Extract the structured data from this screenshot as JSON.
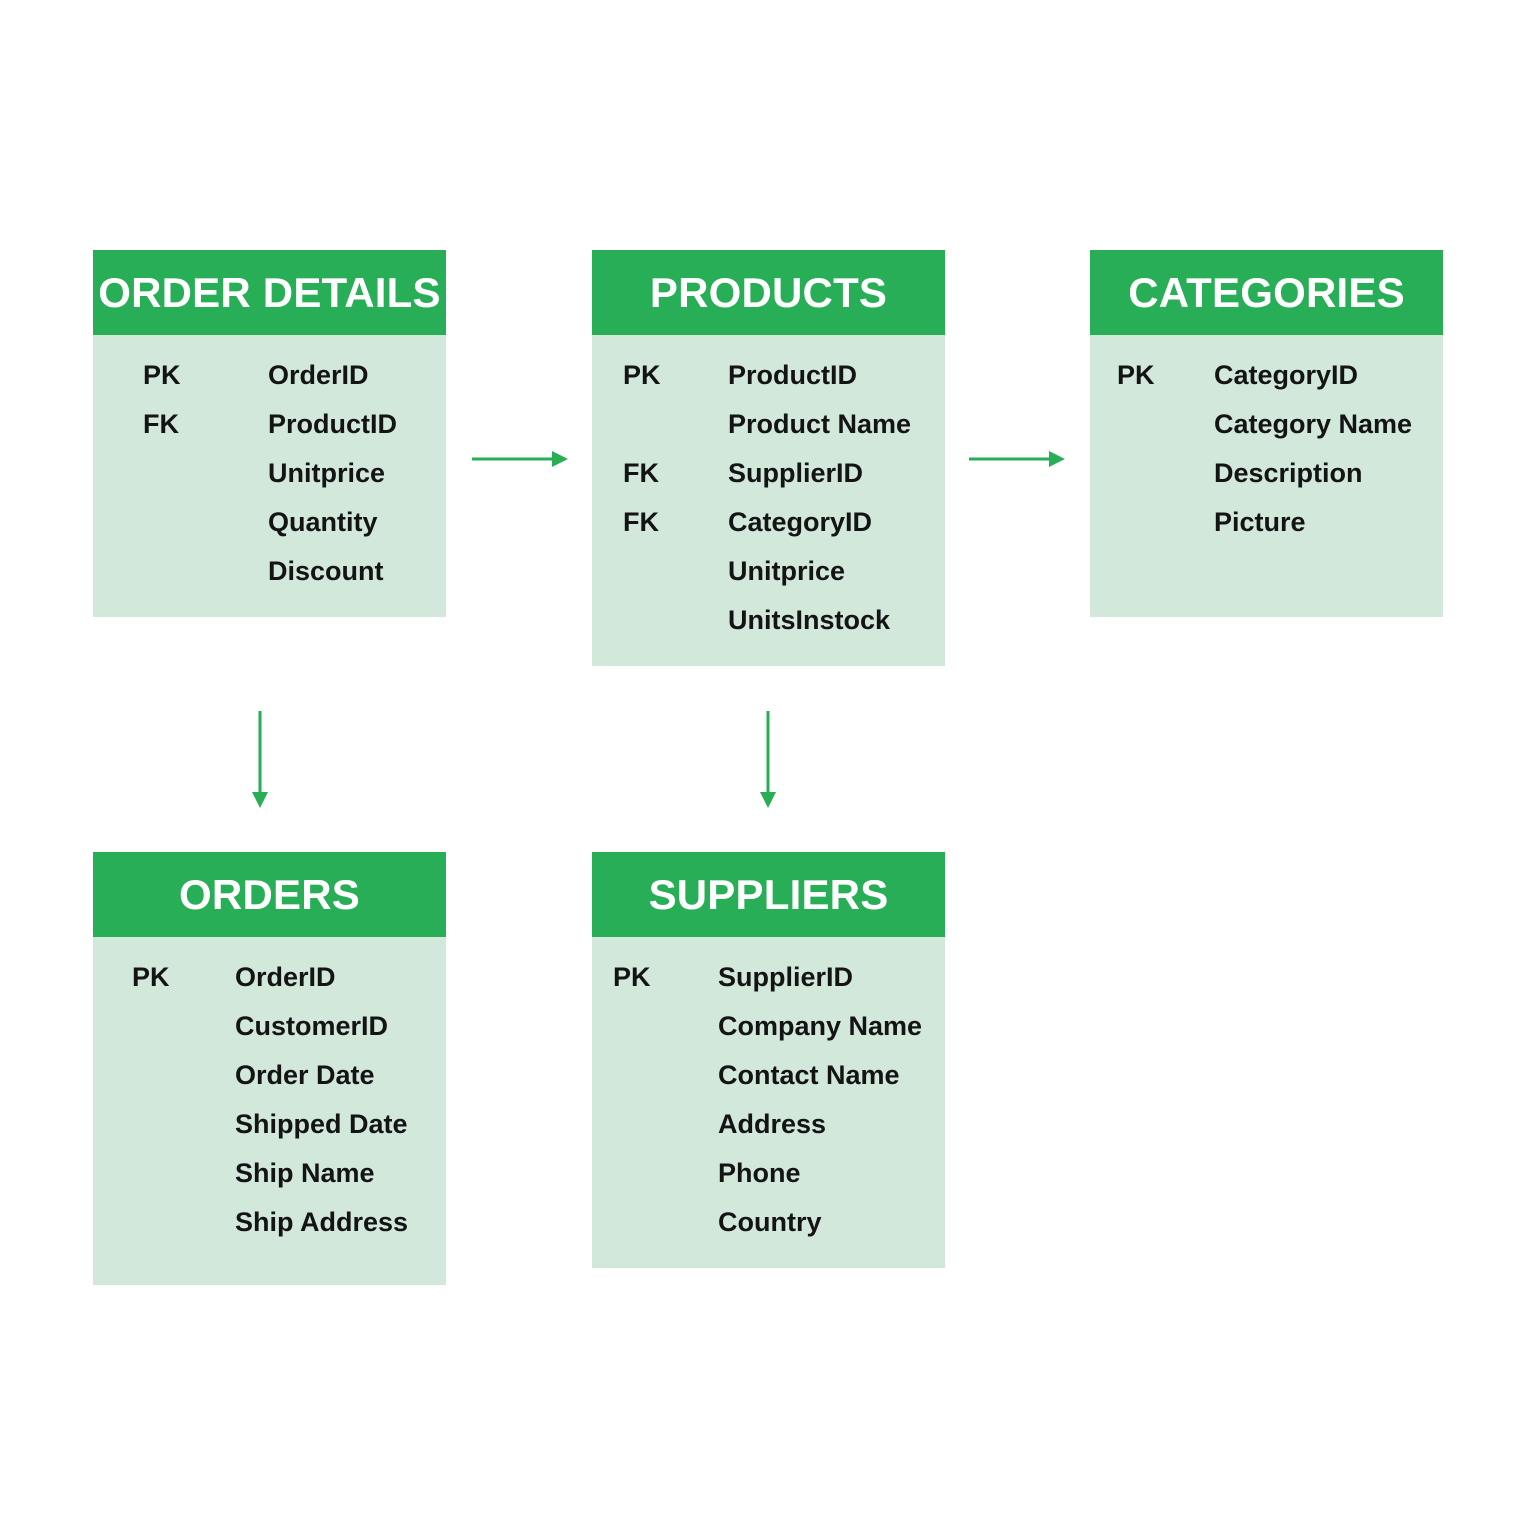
{
  "colors": {
    "header_bg": "#27ae56",
    "body_bg": "#d1e8db",
    "header_text": "#ffffff",
    "field_text": "#141414",
    "arrow": "#27ae56"
  },
  "tables": {
    "order_details": {
      "title": "ORDER DETAILS",
      "fields": [
        {
          "key": "PK",
          "name": "OrderID"
        },
        {
          "key": "FK",
          "name": "ProductID"
        },
        {
          "key": "",
          "name": "Unitprice"
        },
        {
          "key": "",
          "name": "Quantity"
        },
        {
          "key": "",
          "name": "Discount"
        }
      ]
    },
    "products": {
      "title": "PRODUCTS",
      "fields": [
        {
          "key": "PK",
          "name": "ProductID"
        },
        {
          "key": "",
          "name": "Product Name"
        },
        {
          "key": "FK",
          "name": "SupplierID"
        },
        {
          "key": "FK",
          "name": "CategoryID"
        },
        {
          "key": "",
          "name": "Unitprice"
        },
        {
          "key": "",
          "name": "UnitsInstock"
        }
      ]
    },
    "categories": {
      "title": "CATEGORIES",
      "fields": [
        {
          "key": "PK",
          "name": "CategoryID"
        },
        {
          "key": "",
          "name": "Category Name"
        },
        {
          "key": "",
          "name": "Description"
        },
        {
          "key": "",
          "name": "Picture"
        }
      ]
    },
    "orders": {
      "title": "ORDERS",
      "fields": [
        {
          "key": "PK",
          "name": "OrderID"
        },
        {
          "key": "",
          "name": "CustomerID"
        },
        {
          "key": "",
          "name": "Order Date"
        },
        {
          "key": "",
          "name": "Shipped Date"
        },
        {
          "key": "",
          "name": "Ship Name"
        },
        {
          "key": "",
          "name": "Ship Address"
        }
      ]
    },
    "suppliers": {
      "title": "SUPPLIERS",
      "fields": [
        {
          "key": "PK",
          "name": "SupplierID"
        },
        {
          "key": "",
          "name": "Company Name"
        },
        {
          "key": "",
          "name": "Contact Name"
        },
        {
          "key": "",
          "name": "Address"
        },
        {
          "key": "",
          "name": "Phone"
        },
        {
          "key": "",
          "name": "Country"
        }
      ]
    }
  },
  "relationships": [
    {
      "from": "ORDER DETAILS",
      "to": "PRODUCTS"
    },
    {
      "from": "PRODUCTS",
      "to": "CATEGORIES"
    },
    {
      "from": "ORDER DETAILS",
      "to": "ORDERS"
    },
    {
      "from": "PRODUCTS",
      "to": "SUPPLIERS"
    }
  ]
}
